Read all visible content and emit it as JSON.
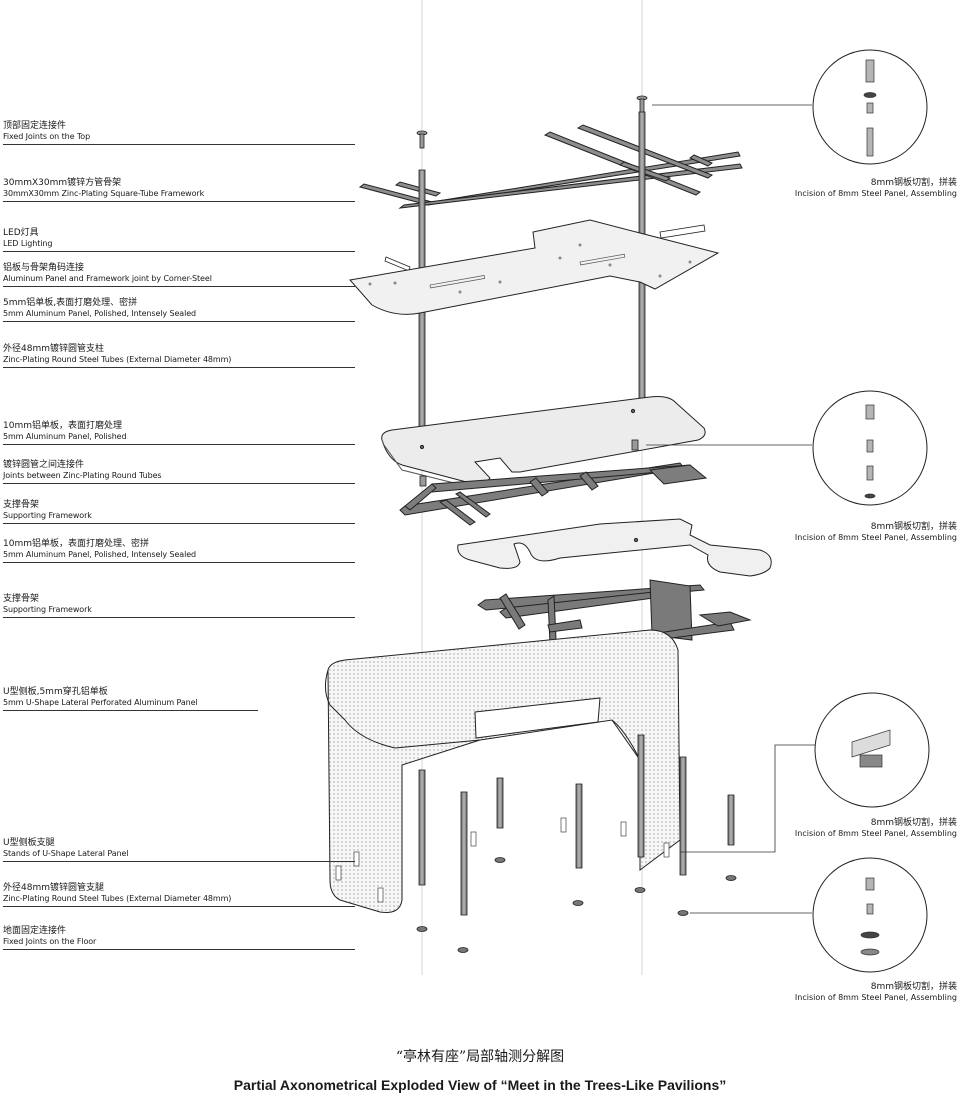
{
  "labels": [
    {
      "zh": "顶部固定连接件",
      "en": "Fixed Joints on the Top"
    },
    {
      "zh": "30mmX30mm镀锌方管骨架",
      "en": "30mmX30mm Zinc-Plating Square-Tube Framework"
    },
    {
      "zh": "LED灯具",
      "en": "LED Lighting"
    },
    {
      "zh": "铝板与骨架角码连接",
      "en": "Aluminum Panel and Framework joint by Corner-Steel"
    },
    {
      "zh": "5mm铝单板,表面打磨处理、密拼",
      "en": "5mm Aluminum Panel, Polished, Intensely Sealed"
    },
    {
      "zh": "外径48mm镀锌圆管支柱",
      "en": "Zinc-Plating Round Steel Tubes (External Diameter 48mm)"
    },
    {
      "zh": "10mm铝单板，表面打磨处理",
      "en": "5mm Aluminum Panel, Polished"
    },
    {
      "zh": "镀锌圆管之间连接件",
      "en": "Joints between Zinc-Plating Round Tubes"
    },
    {
      "zh": "支撑骨架",
      "en": "Supporting Framework"
    },
    {
      "zh": "10mm铝单板，表面打磨处理、密拼",
      "en": "5mm Aluminum Panel, Polished, Intensely Sealed"
    },
    {
      "zh": "支撑骨架",
      "en": "Supporting Framework"
    },
    {
      "zh": "U型侧板,5mm穿孔铝单板",
      "en": "5mm U-Shape Lateral Perforated Aluminum Panel"
    },
    {
      "zh": "U型侧板支腿",
      "en": "Stands of U-Shape Lateral Panel"
    },
    {
      "zh": "外径48mm镀锌圆管支腿",
      "en": "Zinc-Plating Round Steel Tubes (External Diameter 48mm)"
    },
    {
      "zh": "地面固定连接件",
      "en": "Fixed Joints on the Floor"
    }
  ],
  "details": [
    {
      "zh": "8mm钢板切割，拼装",
      "en": "Incision of 8mm Steel Panel, Assembling"
    },
    {
      "zh": "8mm钢板切割，拼装",
      "en": "Incision of 8mm Steel Panel, Assembling"
    },
    {
      "zh": "8mm钢板切割，拼装",
      "en": "Incision of 8mm Steel Panel, Assembling"
    },
    {
      "zh": "8mm钢板切割，拼装",
      "en": "Incision of 8mm Steel Panel, Assembling"
    }
  ],
  "title": {
    "zh": "“亭林有座”局部轴测分解图",
    "en": "Partial Axonometrical Exploded View of “Meet in the Trees-Like Pavilions”"
  },
  "colors": {
    "line": "#2a2a2a",
    "steel": "#8a8a8a",
    "steel_dark": "#555555",
    "panel": "#f1f1f1",
    "mesh": "#e4e4e4"
  }
}
